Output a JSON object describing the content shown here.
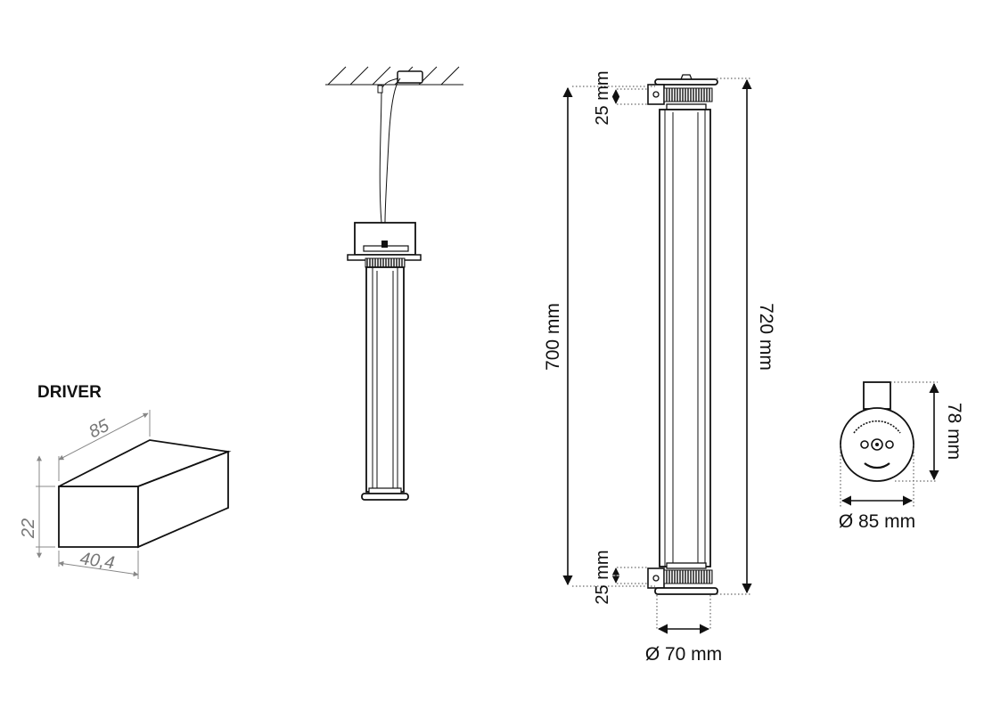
{
  "driver": {
    "title": "DRIVER",
    "length": "85",
    "width": "40,4",
    "height": "22"
  },
  "front_view": {
    "total_height_left": "700 mm",
    "total_height_right": "720 mm",
    "cap_top": "25 mm",
    "cap_bottom": "25 mm",
    "diameter": "Ø 70 mm"
  },
  "end_view": {
    "height": "78 mm",
    "diameter": "Ø 85 mm"
  },
  "colors": {
    "line": "#111111",
    "driver_dim": "#777777"
  }
}
